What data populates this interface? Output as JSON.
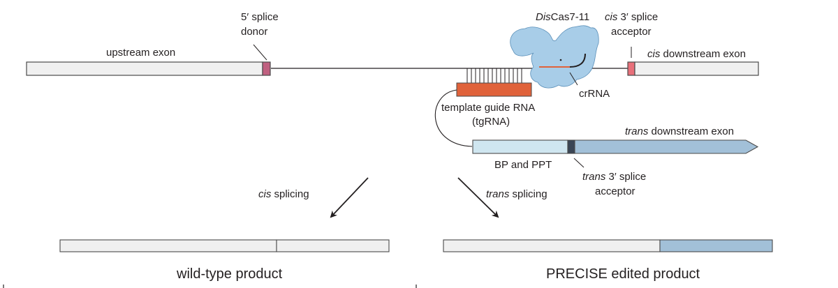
{
  "colors": {
    "exon_gray": "#f0f0f0",
    "outline": "#4a4a4a",
    "splice_donor": "#c06080",
    "cis_acceptor": "#e8707a",
    "tgRNA": "#e0623a",
    "cas_protein": "#a8cde8",
    "bp_ppt": "#cfe6f0",
    "trans_acceptor": "#3a4555",
    "trans_exon": "#a2c0d8",
    "line": "#231f20"
  },
  "labels": {
    "upstream_exon": "upstream exon",
    "splice_donor_line1": "5′ splice",
    "splice_donor_line2": "donor",
    "cas_prefix_italic": "Dis",
    "cas_suffix": "Cas7-11",
    "cis_acceptor_italic": "cis",
    "cis_acceptor_rest": " 3′ splice",
    "cis_acceptor_line2": "acceptor",
    "cis_downstream_italic": "cis",
    "cis_downstream_rest": " downstream exon",
    "crRNA": "crRNA",
    "tgRNA_line1": "template guide RNA",
    "tgRNA_line2": "(tgRNA)",
    "trans_downstream_italic": "trans",
    "trans_downstream_rest": " downstream exon",
    "bp_ppt": "BP and PPT",
    "trans_acceptor_italic": "trans",
    "trans_acceptor_rest": " 3′ splice",
    "trans_acceptor_line2": "acceptor",
    "cis_splicing_italic": "cis",
    "cis_splicing_rest": " splicing",
    "trans_splicing_italic": "trans",
    "trans_splicing_rest": " splicing",
    "wild_type_product": "wild-type product",
    "precise_product": "PRECISE edited product"
  }
}
